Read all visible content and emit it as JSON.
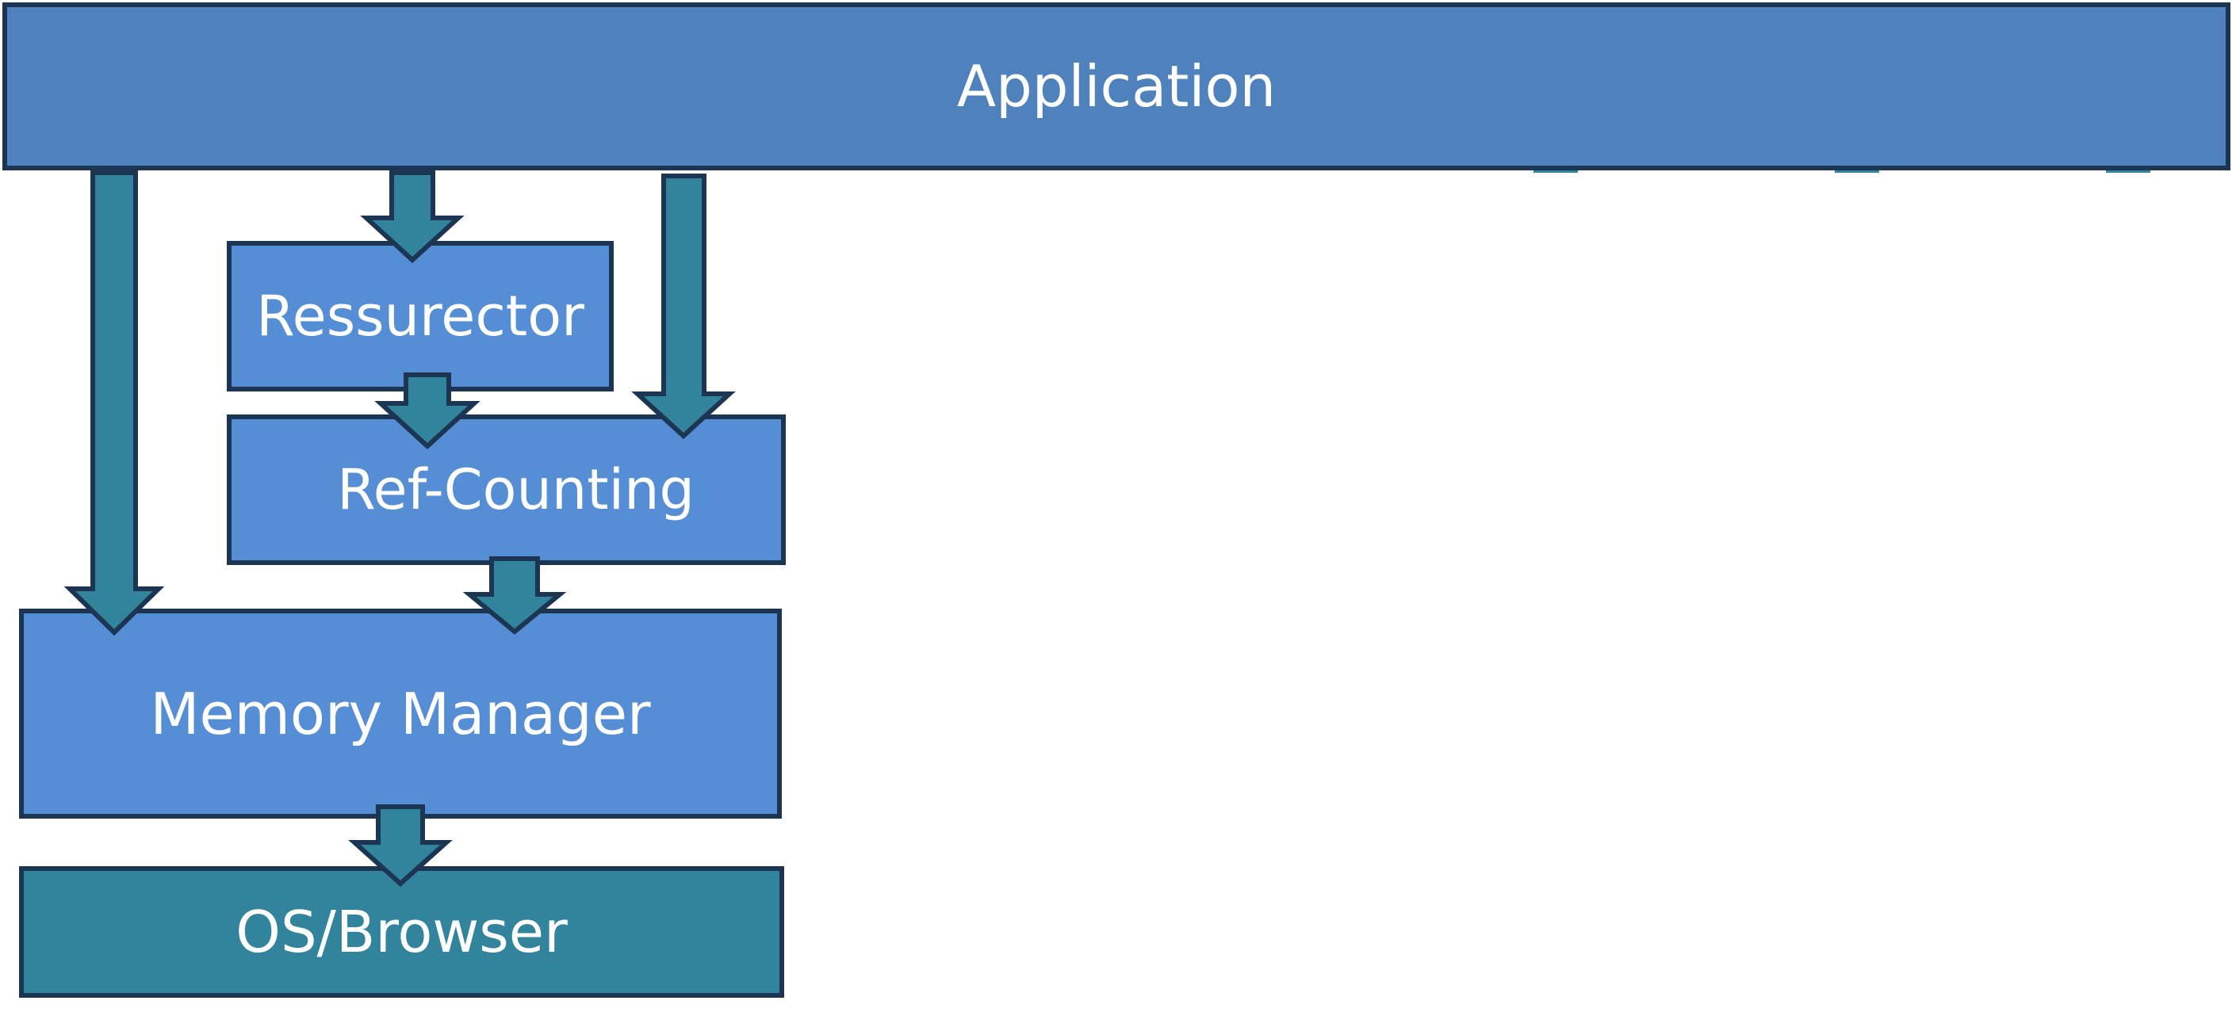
{
  "diagram": {
    "blocks": {
      "application": "Application",
      "ressurector": "Ressurector",
      "ref_counting": "Ref-Counting",
      "memory_manager": "Memory Manager",
      "os_browser": "OS/Browser"
    },
    "arrows": [
      {
        "from": "Application",
        "to": "Memory Manager"
      },
      {
        "from": "Application",
        "to": "Ressurector"
      },
      {
        "from": "Application",
        "to": "Ref-Counting"
      },
      {
        "from": "Ressurector",
        "to": "Ref-Counting"
      },
      {
        "from": "Ref-Counting",
        "to": "Memory Manager"
      },
      {
        "from": "Memory Manager",
        "to": "OS/Browser"
      }
    ]
  },
  "colors": {
    "application": "#4f81bd",
    "module": "#558ed5",
    "os_browser": "#31849b",
    "arrow": "#31849b",
    "border": "#1c3553"
  }
}
